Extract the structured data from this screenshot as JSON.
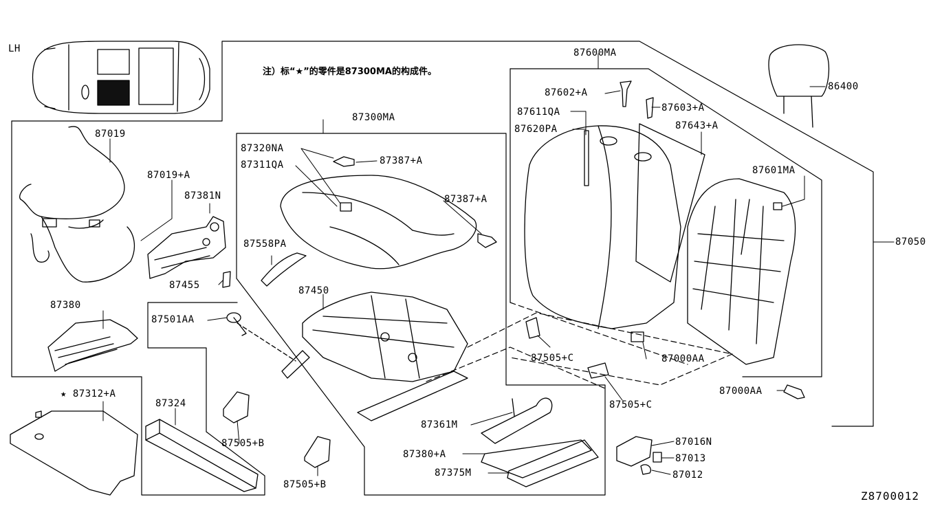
{
  "diagram_code": "Z8700012",
  "side_label": "LH",
  "note": "注）标“★”的零件是87300MA的构成件。",
  "star_symbol": "★",
  "parts": {
    "p87019": "87019",
    "p87019A": "87019+A",
    "p87381N": "87381N",
    "p87455": "87455",
    "p87380": "87380",
    "p87312A": "87312+A",
    "p87324": "87324",
    "p87501AA": "87501AA",
    "p87300MA": "87300MA",
    "p87320NA": "87320NA",
    "p87311QA": "87311QA",
    "p87387A_1": "87387+A",
    "p87387A_2": "87387+A",
    "p87558PA": "87558PA",
    "p87450": "87450",
    "p87505B_1": "87505+B",
    "p87505B_2": "87505+B",
    "p87361M": "87361M",
    "p87380A": "87380+A",
    "p87375M": "87375M",
    "p87600MA": "87600MA",
    "p87602A": "87602+A",
    "p87603A": "87603+A",
    "p87611QA": "87611QA",
    "p87620PA": "87620PA",
    "p87643A": "87643+A",
    "p87601MA": "87601MA",
    "p86400": "86400",
    "p87050": "87050",
    "p87505C_1": "87505+C",
    "p87505C_2": "87505+C",
    "p87000AA_1": "87000AA",
    "p87000AA_2": "87000AA",
    "p87016N": "87016N",
    "p87013": "87013",
    "p87012": "87012"
  }
}
